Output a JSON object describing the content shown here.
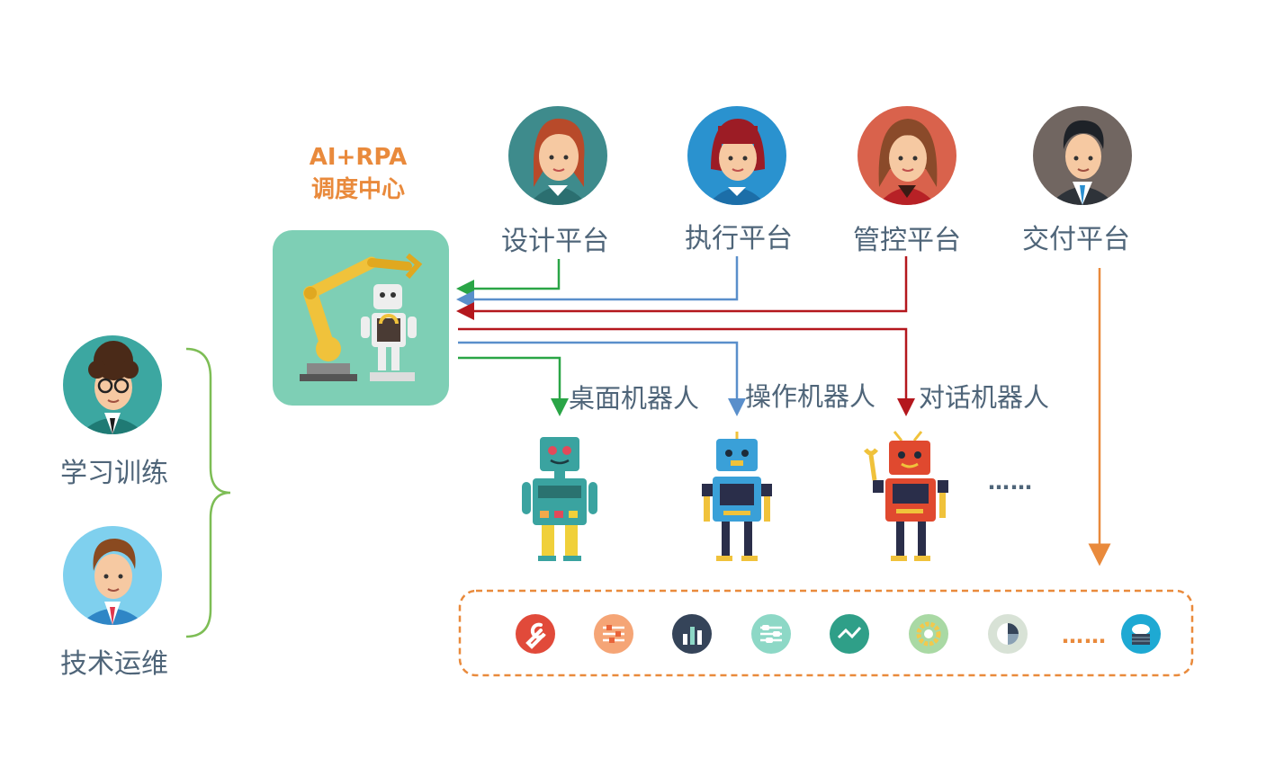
{
  "center": {
    "title_line1": "AI+RPA",
    "title_line2": "调度中心",
    "accent": "#e98a3c",
    "bg": "#7ecfb5"
  },
  "platforms": [
    {
      "label": "设计平台",
      "arrow_color": "#2aa546"
    },
    {
      "label": "执行平台",
      "arrow_color": "#5a8fcb"
    },
    {
      "label": "管控平台",
      "arrow_color": "#b4171d"
    },
    {
      "label": "交付平台",
      "arrow_color": "#e98a3c"
    }
  ],
  "robots": [
    {
      "label": "桌面机器人",
      "color": "#2aa546"
    },
    {
      "label": "操作机器人",
      "color": "#5a8fcb"
    },
    {
      "label": "对话机器人",
      "color": "#b4171d"
    }
  ],
  "robots_more": "……",
  "people_left": [
    {
      "label": "学习训练"
    },
    {
      "label": "技术运维"
    }
  ],
  "services": {
    "more": "……",
    "icons": [
      {
        "name": "wrench-icon",
        "color": "#e14a3a"
      },
      {
        "name": "sliders-icon",
        "color": "#f5a576"
      },
      {
        "name": "bar-chart-icon",
        "color": "#354459"
      },
      {
        "name": "toggles-icon",
        "color": "#8dd8c6"
      },
      {
        "name": "line-chart-icon",
        "color": "#2f9f88"
      },
      {
        "name": "gear-icon",
        "color": "#a9d9a4"
      },
      {
        "name": "pie-chart-icon",
        "color": "#d8e2d6"
      },
      {
        "name": "cloud-server-icon",
        "color": "#1ea9d3"
      }
    ],
    "border_color": "#e98a3c"
  },
  "brace_color": "#7dbd55"
}
